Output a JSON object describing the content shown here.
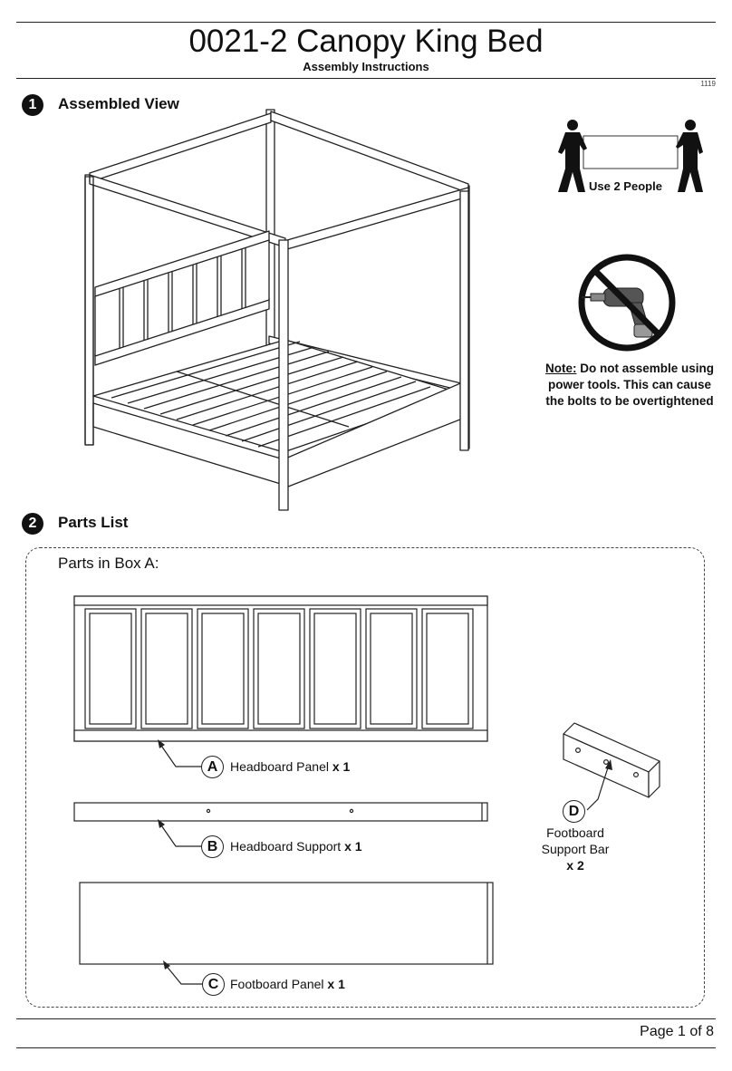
{
  "header": {
    "title": "0021-2 Canopy King Bed",
    "subtitle": "Assembly Instructions",
    "code": "1119"
  },
  "steps": [
    {
      "number": "1",
      "title": "Assembled View"
    },
    {
      "number": "2",
      "title": "Parts List"
    }
  ],
  "people": {
    "label": "Use 2 People"
  },
  "note": {
    "prefix": "Note:",
    "text": " Do not assemble using power tools. This can cause the bolts to be overtightened"
  },
  "parts_box": {
    "label": "Parts in Box A:",
    "parts": [
      {
        "letter": "A",
        "name": "Headboard Panel",
        "qty": "x 1"
      },
      {
        "letter": "B",
        "name": "Headboard Support",
        "qty": "x 1"
      },
      {
        "letter": "C",
        "name": "Footboard Panel",
        "qty": "x 1"
      },
      {
        "letter": "D",
        "name_line1": "Footboard",
        "name_line2": "Support Bar",
        "qty": "x 2"
      }
    ]
  },
  "footer": {
    "page": "Page 1 of 8"
  }
}
